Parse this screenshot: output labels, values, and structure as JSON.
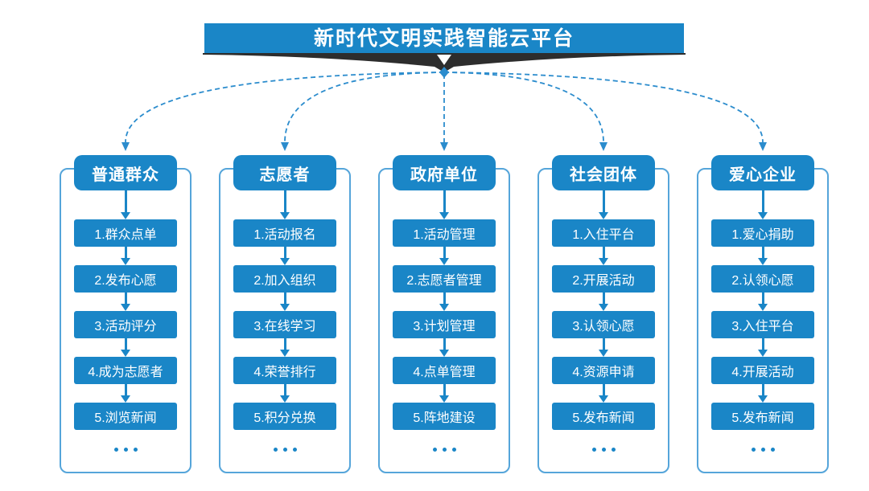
{
  "title": "新时代文明实践智能云平台",
  "colors": {
    "primary_blue": "#1A86C7",
    "outline_blue": "#55A5DA",
    "dashed_line_blue": "#2B8CCD",
    "ribbon_dark": "#2D2D2D",
    "text_white": "#FFFFFF",
    "background": "#FFFFFF"
  },
  "icons": {
    "banner-down-arrow-icon": "▼",
    "connector-arrowhead-icon": "▼",
    "down-arrow-icon": "↓",
    "ellipsis-icon": "..."
  },
  "columns": [
    {
      "header": "普通群众",
      "steps": [
        "1.群众点单",
        "2.发布心愿",
        "3.活动评分",
        "4.成为志愿者",
        "5.浏览新闻"
      ],
      "ellipsis": "..."
    },
    {
      "header": "志愿者",
      "steps": [
        "1.活动报名",
        "2.加入组织",
        "3.在线学习",
        "4.荣誉排行",
        "5.积分兑换"
      ],
      "ellipsis": "..."
    },
    {
      "header": "政府单位",
      "steps": [
        "1.活动管理",
        "2.志愿者管理",
        "3.计划管理",
        "4.点单管理",
        "5.阵地建设"
      ],
      "ellipsis": "..."
    },
    {
      "header": "社会团体",
      "steps": [
        "1.入住平台",
        "2.开展活动",
        "3.认领心愿",
        "4.资源申请",
        "5.发布新闻"
      ],
      "ellipsis": "..."
    },
    {
      "header": "爱心企业",
      "steps": [
        "1.爱心捐助",
        "2.认领心愿",
        "3.入住平台",
        "4.开展活动",
        "5.发布新闻"
      ],
      "ellipsis": "..."
    }
  ]
}
